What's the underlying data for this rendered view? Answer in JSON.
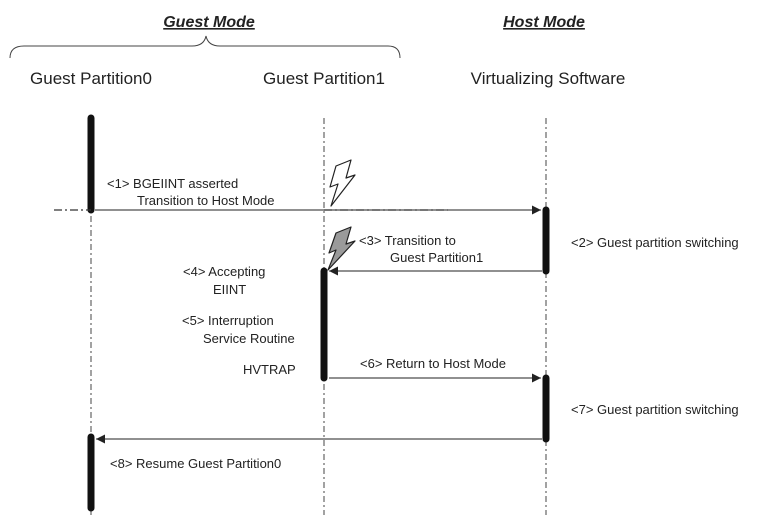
{
  "modes": {
    "guest": "Guest Mode",
    "host": "Host Mode"
  },
  "lanes": {
    "partition0": "Guest Partition0",
    "partition1": "Guest Partition1",
    "virtualizing": "Virtualizing Software"
  },
  "steps": {
    "s1_line1": "<1> BGEIINT asserted",
    "s1_line2": "Transition to Host Mode",
    "s2": "<2> Guest partition switching",
    "s3_line1": "<3> Transition to",
    "s3_line2": "Guest Partition1",
    "s4_line1": "<4> Accepting",
    "s4_line2": "EIINT",
    "s5_line1": "<5> Interruption",
    "s5_line2": "Service Routine",
    "hvtrap": "HVTRAP",
    "s6": "<6> Return to Host Mode",
    "s7": "<7> Guest partition switching",
    "s8": "<8> Resume Guest Partition0"
  },
  "colors": {
    "line": "#222222",
    "bolt_outline": "#222222",
    "bolt_fill_hollow": "#ffffff",
    "bolt_fill_gray": "#9a9a9a"
  },
  "icons": {
    "interrupt_1": "lightning-bolt-icon",
    "interrupt_2": "lightning-bolt-icon"
  }
}
